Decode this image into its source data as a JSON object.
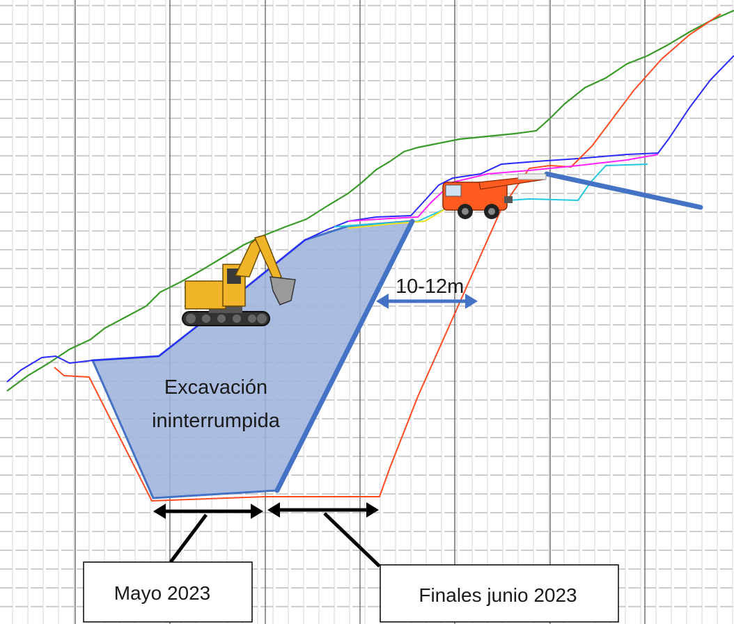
{
  "labels": {
    "excavation_line1": "Excavación",
    "excavation_line2": "ininterrumpida",
    "distance": "10-12m",
    "phase1": "Mayo 2023",
    "phase2": "Finales junio 2023"
  },
  "colors": {
    "fill_excavation": "#9fb3dd",
    "outline_blue": "#4472c4",
    "green": "#3a9a2a",
    "red": "#ff4b22",
    "purple_blue": "#2a2aff",
    "magenta": "#ff22ff",
    "cyan": "#22c8e0",
    "yellow": "#f2e020",
    "black": "#000000"
  },
  "icons": [
    "excavator-icon",
    "drill-rig-icon"
  ]
}
